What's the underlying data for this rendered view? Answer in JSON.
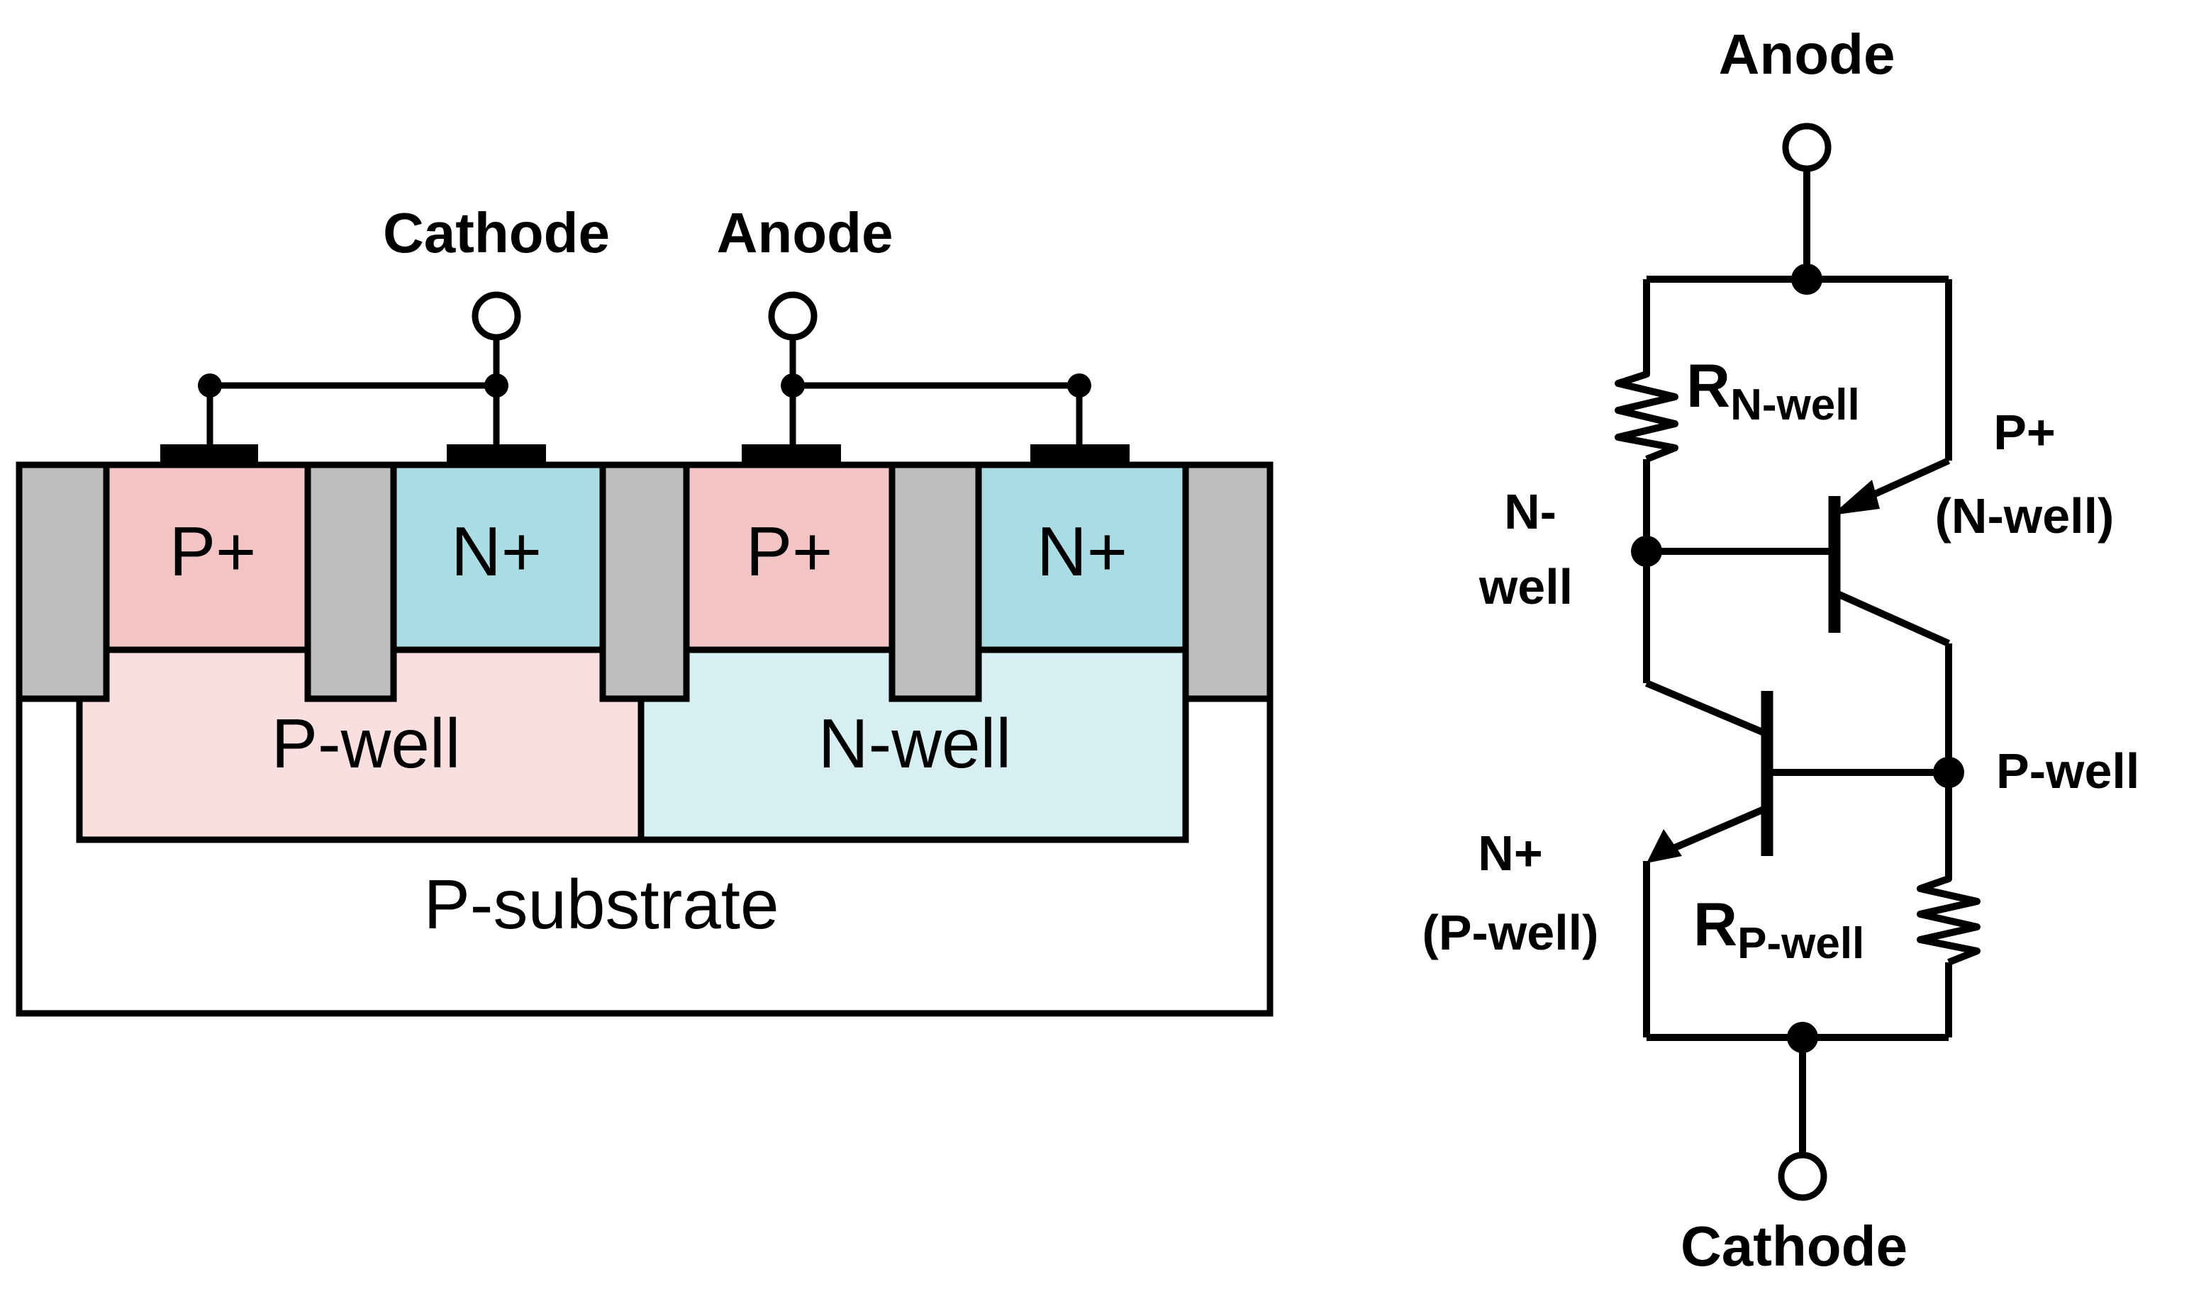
{
  "cross_section": {
    "terminals": {
      "cathode_label": "Cathode",
      "anode_label": "Anode"
    },
    "regions": {
      "p_plus_1": "P+",
      "n_plus_1": "N+",
      "p_plus_2": "P+",
      "n_plus_2": "N+",
      "p_well": "P-well",
      "n_well": "N-well",
      "p_substrate": "P-substrate"
    },
    "colors": {
      "p_plus": "#f2c4c4",
      "n_plus": "#aadde3",
      "p_well": "#f9dfdf",
      "n_well": "#d7eef3",
      "isolation": "#bebebe",
      "metal": "#000000"
    }
  },
  "schematic": {
    "anode_label": "Anode",
    "cathode_label": "Cathode",
    "r_nwell": {
      "main": "R",
      "sub": "N-well"
    },
    "r_pwell": {
      "main": "R",
      "sub": "P-well"
    },
    "pnp_emitter_label_1": "P+",
    "pnp_emitter_label_2": "(N-well)",
    "nwell_node_label_1": "N-",
    "nwell_node_label_2": "well",
    "pwell_node_label": "P-well",
    "npn_emitter_label_1": "N+",
    "npn_emitter_label_2": "(P-well)"
  }
}
